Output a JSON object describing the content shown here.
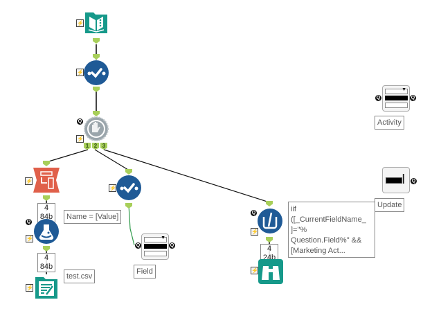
{
  "canvas": {
    "background": "#ffffff"
  },
  "colors": {
    "teal": "#16998a",
    "blue": "#1f5a96",
    "orange": "#e0604a",
    "gray": "#9aa5ab",
    "anchor": "#a8cf5a",
    "wire": "#222222",
    "wire_green": "#2f9a4a"
  },
  "tools": [
    {
      "id": "input-data",
      "icon": "book-input-icon",
      "badge": "lightning"
    },
    {
      "id": "select-1",
      "icon": "select-check-icon",
      "badge": "lightning"
    },
    {
      "id": "detour",
      "icon": "hand-gear-icon",
      "badge": "lightning",
      "outputs": [
        "1",
        "2",
        "3"
      ]
    },
    {
      "id": "dynamic-rename",
      "icon": "table-arrow-icon",
      "badge": "lightning"
    },
    {
      "id": "formula",
      "icon": "flask-icon",
      "badge": "lightning"
    },
    {
      "id": "output-data",
      "icon": "document-pen-icon",
      "badge": "lightning"
    },
    {
      "id": "select-2",
      "icon": "select-check-icon",
      "badge": "lightning"
    },
    {
      "id": "filter-tool",
      "icon": "beaker-icon",
      "badge": "lightning"
    },
    {
      "id": "browse-tool",
      "icon": "binoculars-icon",
      "badge": "lightning"
    }
  ],
  "counters": {
    "rename_out": {
      "records": "4",
      "size": "84b"
    },
    "formula_out": {
      "records": "4",
      "size": "84b"
    },
    "filter_out": {
      "records": "4",
      "size": "24b"
    }
  },
  "labels": {
    "select2": "Name = [Value]",
    "output": "test.csv",
    "field": "Field",
    "activity": "Activity",
    "update": "Update",
    "filter_expression": "iif ([_CurrentFieldName_]=\"% Question.Field%\" && [Marketing Act..."
  },
  "filter_lines": [
    "iif",
    "([_CurrentFieldName_",
    "]=\"%",
    "Question.Field%\" &&",
    "[Marketing Act..."
  ],
  "detour_outputs": [
    "1",
    "2",
    "3"
  ],
  "badges": {
    "lightning": "⚡",
    "question": "Q"
  }
}
